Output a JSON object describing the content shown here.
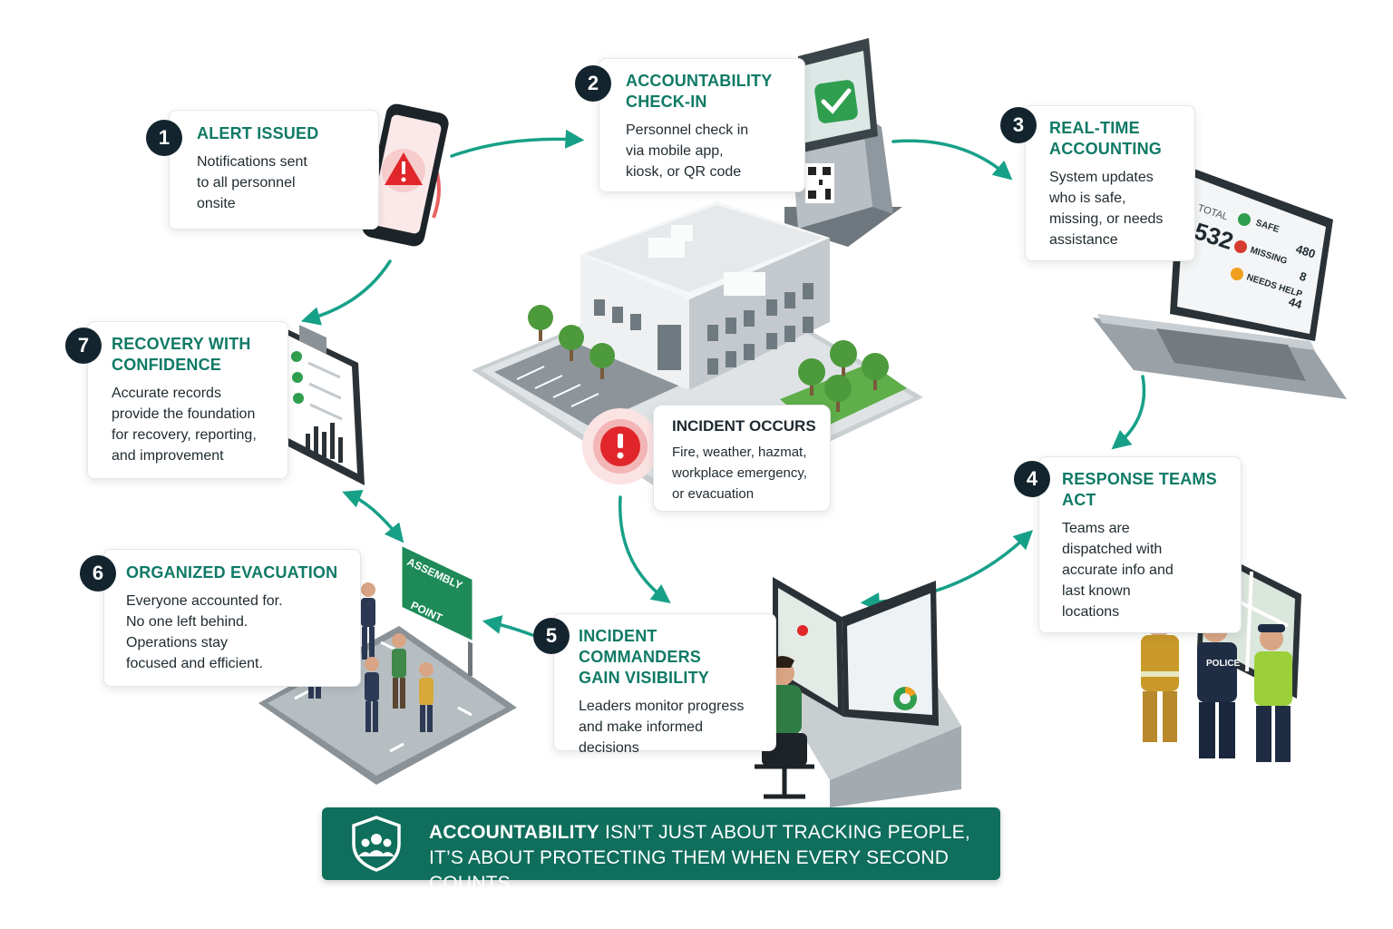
{
  "steps": [
    {
      "number": "1",
      "title": "ALERT ISSUED",
      "body": [
        "Notifications sent",
        "to all personnel",
        "onsite"
      ]
    },
    {
      "number": "2",
      "title_lines": [
        "ACCOUNTABILITY",
        "CHECK-IN"
      ],
      "body": [
        "Personnel check in",
        "via mobile app,",
        "kiosk, or QR code"
      ]
    },
    {
      "number": "3",
      "title_lines": [
        "REAL-TIME",
        "ACCOUNTING"
      ],
      "body": [
        "System updates",
        "who is safe,",
        "missing, or needs",
        "assistance"
      ]
    },
    {
      "number": "4",
      "title_lines": [
        "RESPONSE TEAMS",
        "ACT"
      ],
      "body": [
        "Teams are",
        "dispatched with",
        "accurate info and",
        "last known",
        "locations"
      ]
    },
    {
      "number": "5",
      "title_lines": [
        "INCIDENT COMMANDERS",
        "GAIN VISIBILITY"
      ],
      "body": [
        "Leaders monitor progress",
        "and make informed",
        "decisions"
      ]
    },
    {
      "number": "6",
      "title": "ORGANIZED EVACUATION",
      "body": [
        "Everyone accounted for.",
        "No one left behind.",
        "Operations stay",
        "focused and efficient."
      ]
    },
    {
      "number": "7",
      "title_lines": [
        "RECOVERY WITH",
        "CONFIDENCE"
      ],
      "body": [
        "Accurate records",
        "provide the foundation",
        "for recovery, reporting,",
        "and improvement"
      ]
    }
  ],
  "incident": {
    "title": "INCIDENT OCCURS",
    "body": [
      "Fire, weather, hazmat,",
      "workplace emergency,",
      "or evacuation"
    ]
  },
  "laptop_screen": {
    "total_label": "TOTAL",
    "total_value": "532",
    "rows": [
      {
        "label": "SAFE",
        "value": "480",
        "color": "#2f9e4f"
      },
      {
        "label": "MISSING",
        "value": "8",
        "color": "#d63b2f"
      },
      {
        "label": "NEEDS HELP",
        "value": "44",
        "color": "#f0a01e"
      }
    ]
  },
  "assembly_sign": {
    "line1": "ASSEMBLY",
    "line2": "POINT"
  },
  "police_label": "POLICE",
  "banner": {
    "strong": "ACCOUNTABILITY",
    "line1_rest": " ISN’T JUST ABOUT TRACKING PEOPLE,",
    "line2": "IT’S ABOUT PROTECTING THEM WHEN EVERY SECOND COUNTS."
  },
  "colors": {
    "accent": "#0f7a66",
    "banner": "#0f6e5c",
    "badge": "#13242e",
    "alert": "#e0262a"
  },
  "icons": [
    "phone-alert-icon",
    "kiosk-icon",
    "laptop-dashboard-icon",
    "building-icon",
    "alert-icon",
    "responders-icon",
    "command-desk-icon",
    "assembly-point-icon",
    "clipboard-icon",
    "shield-people-icon"
  ]
}
